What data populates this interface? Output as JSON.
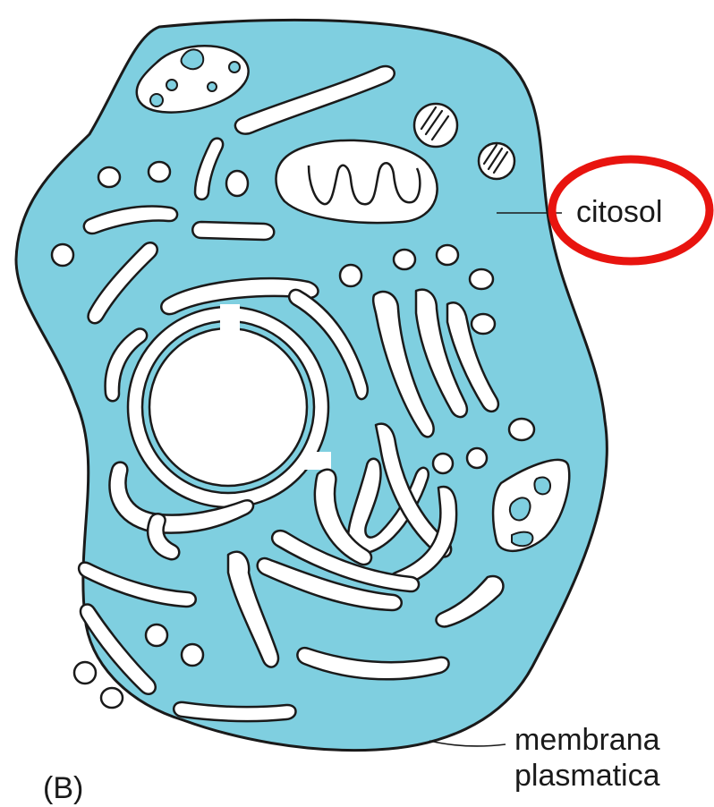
{
  "figure": {
    "panel_label": "(B)",
    "labels": {
      "cytosol": "citosol",
      "membrane_line1": "membrana",
      "membrane_line2": "plasmatica"
    },
    "colors": {
      "cytoplasm": "#7fcfe0",
      "outline": "#1a1a1a",
      "organelle": "#ffffff",
      "highlight_circle": "#e8140f"
    }
  }
}
